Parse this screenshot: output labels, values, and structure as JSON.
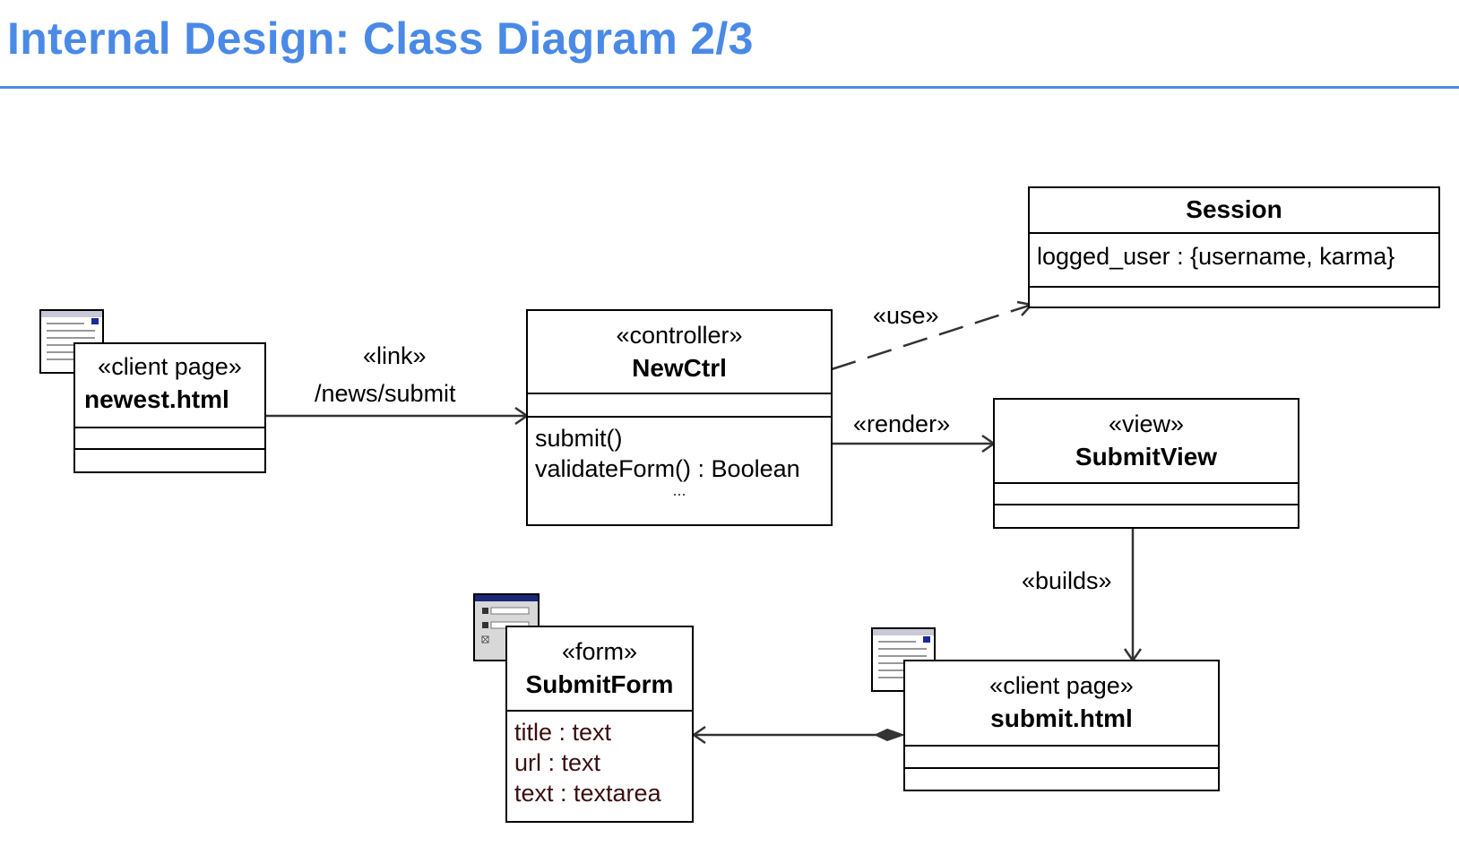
{
  "slide": {
    "title": "Internal Design: Class Diagram 2/3"
  },
  "classes": {
    "newest": {
      "stereotype": "«client page»",
      "name": "newest.html"
    },
    "newctrl": {
      "stereotype": "«controller»",
      "name": "NewCtrl",
      "operations": [
        "submit()",
        "validateForm() : Boolean"
      ],
      "more": "..."
    },
    "session": {
      "name": "Session",
      "attributes": [
        "logged_user : {username, karma}"
      ]
    },
    "submitview": {
      "stereotype": "«view»",
      "name": "SubmitView"
    },
    "submitform": {
      "stereotype": "«form»",
      "name": "SubmitForm",
      "attributes": [
        "title : text",
        "url : text",
        "text : textarea"
      ]
    },
    "submithtml": {
      "stereotype": "«client page»",
      "name": "submit.html"
    }
  },
  "relations": {
    "link_stereotype": "«link»",
    "link_path": "/news/submit",
    "use": "«use»",
    "render": "«render»",
    "builds": "«builds»"
  },
  "icons": [
    "client-page-icon",
    "form-icon"
  ],
  "colors": {
    "title": "#4a8ae6",
    "rule": "#4a8ae6",
    "form_attr_text": "#3b0f0f"
  }
}
